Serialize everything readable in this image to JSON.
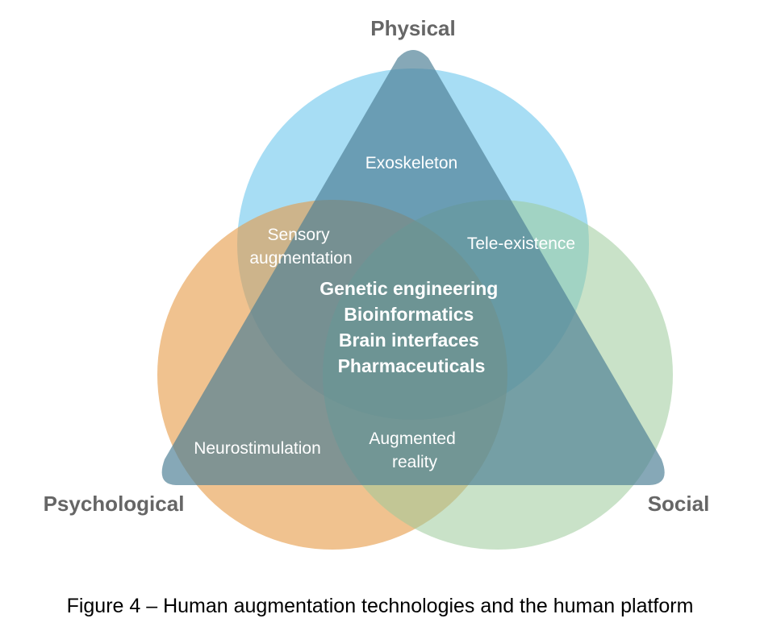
{
  "colors": {
    "physical_circle": "#6cc6ec",
    "psychological_circle": "#e69a44",
    "social_circle": "#9ccb9a",
    "triangle": "#4d7f95",
    "vertex_label": "#666666",
    "region_label": "#ffffff"
  },
  "vertices": {
    "top": "Physical",
    "left": "Psychological",
    "right": "Social"
  },
  "regions": {
    "physical": "Exoskeleton",
    "physical_psychological": [
      "Sensory",
      "augmentation"
    ],
    "physical_social": "Tele-existence",
    "psychological": "Neurostimulation",
    "psychological_social": [
      "Augmented",
      "reality"
    ]
  },
  "center": [
    "Genetic engineering",
    "Bioinformatics",
    "Brain interfaces",
    "Pharmaceuticals"
  ],
  "caption": "Figure 4 – Human augmentation technologies and the human platform"
}
